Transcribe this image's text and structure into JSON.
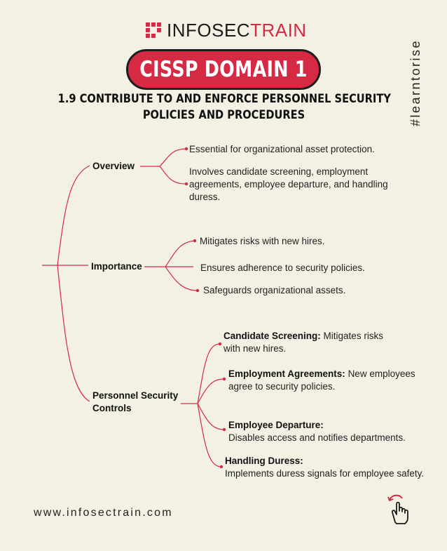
{
  "brand": {
    "name_part1": "INFOSEC",
    "name_part2": "TRAIN",
    "accent_color": "#d62a44",
    "icon": "grid-logo-icon"
  },
  "badge": {
    "label": "CISSP DOMAIN 1"
  },
  "subtitle": {
    "line1": "1.9 CONTRIBUTE TO AND ENFORCE PERSONNEL SECURITY",
    "line2": "POLICIES AND PROCEDURES"
  },
  "hashtag": "#learntorise",
  "tree": {
    "overview": {
      "label": "Overview",
      "items": [
        "Essential for organizational asset protection.",
        "Involves candidate screening, employment agreements, employee departure, and handling duress."
      ]
    },
    "importance": {
      "label": "Importance",
      "items": [
        "Mitigates risks with new hires.",
        "Ensures adherence to security policies.",
        "Safeguards organizational assets."
      ]
    },
    "controls": {
      "label": "Personnel Security Controls",
      "items": [
        {
          "term": "Candidate Screening:",
          "text": "Mitigates risks with new hires."
        },
        {
          "term": "Employment Agreements:",
          "text": "New employees agree to security policies."
        },
        {
          "term": "Employee Departure:",
          "text": "Disables access and notifies departments."
        },
        {
          "term": "Handling Duress:",
          "text": "Implements duress signals for employee safety."
        }
      ]
    }
  },
  "footer": {
    "url": "www.infosectrain.com",
    "icon": "tap-hand-icon"
  }
}
